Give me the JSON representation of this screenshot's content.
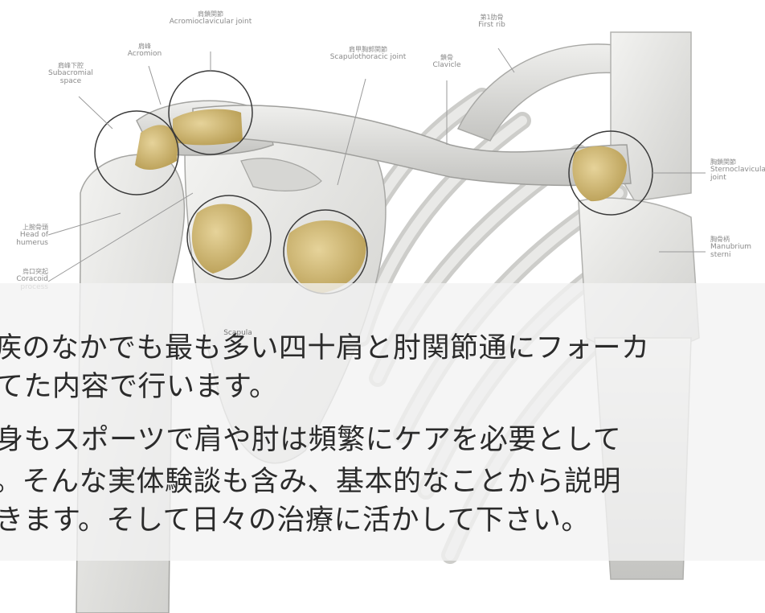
{
  "labels": [
    {
      "ja": "肩鎖関節",
      "en": "Acromioclavicular joint"
    },
    {
      "ja": "肩峰",
      "en": "Acromion"
    },
    {
      "ja": "肩峰下腔",
      "en": "Subacromial space"
    },
    {
      "ja": "肩甲胸郭関節",
      "en": "Scapulothoracic joint"
    },
    {
      "ja": "鎖骨",
      "en": "Clavicle"
    },
    {
      "ja": "第1肋骨",
      "en": "First rib"
    },
    {
      "ja": "胸鎖関節",
      "en": "Sternoclavicular joint"
    },
    {
      "ja": "上腕骨頭",
      "en": "Head of humerus"
    },
    {
      "ja": "烏口突起",
      "en": "Coracoid process"
    },
    {
      "ja": "胸骨柄",
      "en": "Manubrium sterni"
    },
    {
      "ja": "",
      "en": "Scapula"
    }
  ],
  "overlay": {
    "lines": [
      "疾のなかでも最も多い四十肩と肘関節通にフォーカ",
      "てた内容で行います。",
      "身もスポーツで肩や肘は頻繁にケアを必要として",
      "。そんな実体験談も含み、基本的なことから説明",
      "きます。そして日々の治療に活かして下さい。"
    ]
  },
  "colors": {
    "bone": "#e6e6e4",
    "bone_shade": "#bdbdbb",
    "joint_highlight": "#d8c385",
    "circle": "#3a3a3a",
    "overlay_text": "#2b2b2b"
  }
}
